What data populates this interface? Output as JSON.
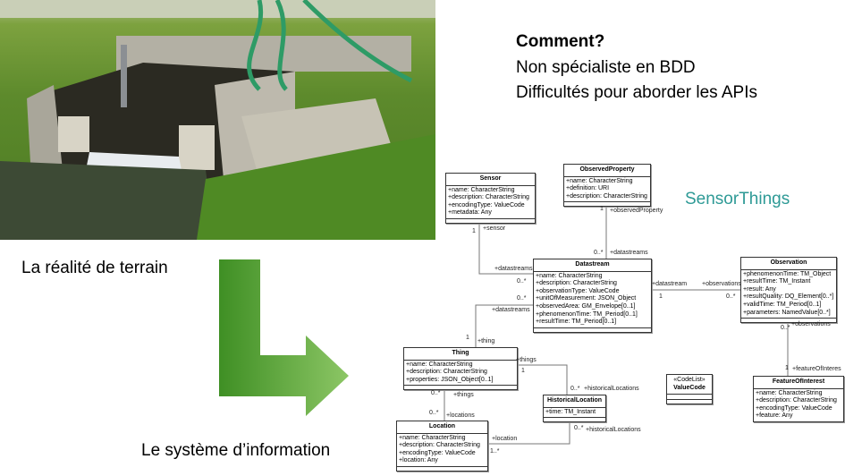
{
  "slide": {
    "question_title": "Comment?",
    "question_lines": [
      "Non spécialiste en BDD",
      "Difficultés pour aborder les APIs"
    ],
    "sensorthings_label": "SensorThings",
    "reality_label": "La réalité de terrain",
    "is_label": "Le système d’information",
    "accent": "#2e9a96",
    "arrow_color": "#5aa42f"
  },
  "uml": {
    "sensor": {
      "name": "Sensor",
      "attrs": [
        "+name: CharacterString",
        "+description: CharacterString",
        "+encodingType: ValueCode",
        "+metadata: Any"
      ]
    },
    "observed_property": {
      "name": "ObservedProperty",
      "attrs": [
        "+name: CharacterString",
        "+definition: URI",
        "+description: CharacterString"
      ]
    },
    "datastream": {
      "name": "Datastream",
      "attrs": [
        "+name: CharacterString",
        "+description: CharacterString",
        "+observationType: ValueCode",
        "+unitOfMeasurement: JSON_Object",
        "+observedArea: GM_Envelope[0..1]",
        "+phenomenonTime: TM_Period[0..1]",
        "+resultTime: TM_Period[0..1]"
      ]
    },
    "observation": {
      "name": "Observation",
      "attrs": [
        "+phenomenonTime: TM_Object",
        "+resultTime: TM_Instant",
        "+result: Any",
        "+resultQuality: DQ_Element[0..*]",
        "+validTime: TM_Period[0..1]",
        "+parameters: NamedValue[0..*]"
      ]
    },
    "feature_of_interest": {
      "name": "FeatureOfInterest",
      "attrs": [
        "+name: CharacterString",
        "+description: CharacterString",
        "+encodingType: ValueCode",
        "+feature: Any"
      ]
    },
    "value_code": {
      "stereotype": "«CodeList»",
      "name": "ValueCode"
    },
    "thing": {
      "name": "Thing",
      "attrs": [
        "+name: CharacterString",
        "+description: CharacterString",
        "+properties: JSON_Object[0..1]"
      ]
    },
    "historical_location": {
      "name": "HistoricalLocation",
      "attrs": [
        "+time: TM_Instant"
      ]
    },
    "location": {
      "name": "Location",
      "attrs": [
        "+name: CharacterString",
        "+description: CharacterString",
        "+encodingType: ValueCode",
        "+location: Any"
      ]
    },
    "labels": {
      "sensor_role": "+sensor",
      "sensor_mult": "1",
      "ds_sensor_role": "+datastreams",
      "ds_sensor_mult": "0..*",
      "op_mult": "1",
      "op_role": "+observedProperty",
      "ds_op_mult": "0..*",
      "ds_op_role": "+datastreams",
      "ds_obs_role": "+datastream",
      "ds_obs_mult": "1",
      "obs_role": "+observations",
      "obs_mult": "0..*",
      "obs_foi_mult": "0..*",
      "obs_foi_role": "+observations",
      "foi_mult": "1",
      "foi_role": "+featureOfInteres",
      "ds_thing_mult": "0..*",
      "ds_thing_role": "+datastreams",
      "thing_mult": "1",
      "thing_role": "+thing",
      "thing_hl_role": "+things",
      "thing_hl_mult": "1",
      "hl_mult": "0..*",
      "hl_role": "+historicalLocations",
      "thing_loc_mult": "0..*",
      "thing_loc_role": "+things",
      "loc_mult": "0..*",
      "loc_role": "+locations",
      "loc_hl_role": "+location",
      "loc_hl_mult": "1..*",
      "hl_loc_mult": "0..*",
      "hl_loc_role": "+historicalLocations"
    }
  }
}
